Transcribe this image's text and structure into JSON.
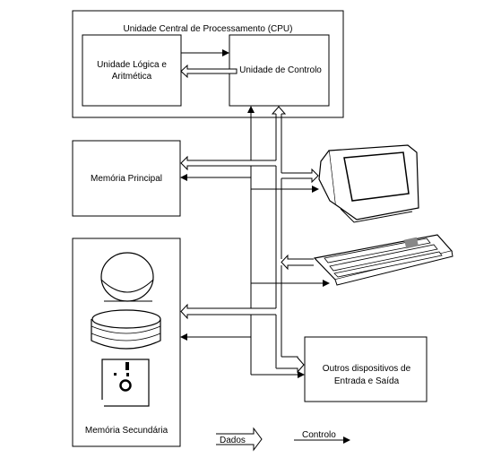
{
  "cpu": {
    "title": "Unidade Central de Processamento (CPU)"
  },
  "alu": {
    "line1": "Unidade Lógica e",
    "line2": "Aritmética"
  },
  "control_unit": {
    "label": "Unidade de Controlo"
  },
  "main_memory": {
    "label": "Memória Principal"
  },
  "secondary_memory": {
    "label": "Memória Secundária"
  },
  "other_io": {
    "line1": "Outros dispositivos de",
    "line2": "Entrada e Saída"
  },
  "legend": {
    "data": "Dados",
    "control": "Controlo"
  },
  "icons": [
    "monitor-icon",
    "keyboard-icon",
    "disk-platter-icon",
    "disk-drum-icon",
    "floppy-disk-icon"
  ]
}
